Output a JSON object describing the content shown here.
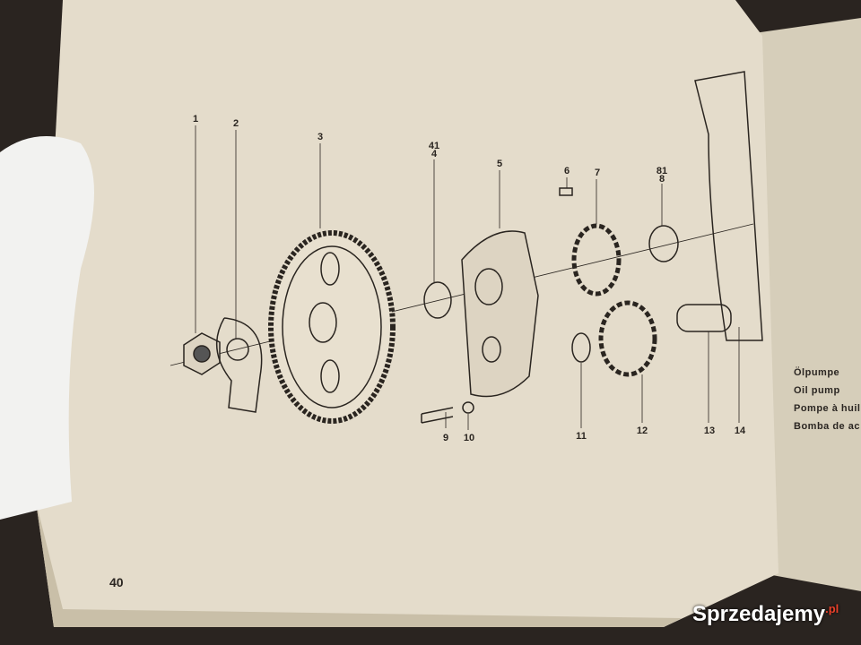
{
  "page_number": "40",
  "part_labels": [
    {
      "id": "1",
      "text": "1"
    },
    {
      "id": "2",
      "text": "2"
    },
    {
      "id": "3",
      "text": "3"
    },
    {
      "id": "41",
      "text": "41"
    },
    {
      "id": "4",
      "text": "4"
    },
    {
      "id": "5",
      "text": "5"
    },
    {
      "id": "6",
      "text": "6"
    },
    {
      "id": "7",
      "text": "7"
    },
    {
      "id": "81",
      "text": "81"
    },
    {
      "id": "8",
      "text": "8"
    },
    {
      "id": "9",
      "text": "9"
    },
    {
      "id": "10",
      "text": "10"
    },
    {
      "id": "11",
      "text": "11"
    },
    {
      "id": "12",
      "text": "12"
    },
    {
      "id": "13",
      "text": "13"
    },
    {
      "id": "14",
      "text": "14"
    }
  ],
  "caption": [
    "Ölpumpe",
    "Oil pump",
    "Pompe à huil",
    "Bomba de ac"
  ],
  "watermark": {
    "text": "Sprzedajemy",
    "suffix": ".pl"
  },
  "colors": {
    "paper": "#e4dccb",
    "background": "#2a2420",
    "ink": "#2a2520"
  }
}
